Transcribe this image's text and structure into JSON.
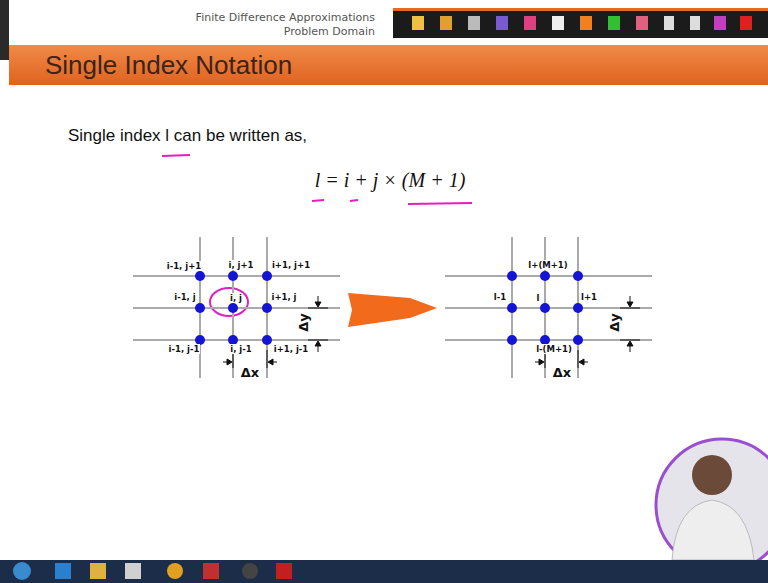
{
  "diagram": {
    "title": "Single Index Notation",
    "labels": [
      "Finite Difference Approximations",
      "Problem Domain",
      "Single index l can be written as,",
      "l = i + j × (M + 1)",
      "i-1, j+1",
      "i, j+1",
      "i+1, j+1",
      "i-1, j",
      "i, j",
      "i+1, j",
      "i-1, j-1",
      "i, j-1",
      "i+1, j-1",
      "Δx",
      "Δy",
      "l+(M+1)",
      "l-1",
      "l",
      "l+1",
      "l-(M+1)",
      "Δx",
      "Δy"
    ]
  }
}
